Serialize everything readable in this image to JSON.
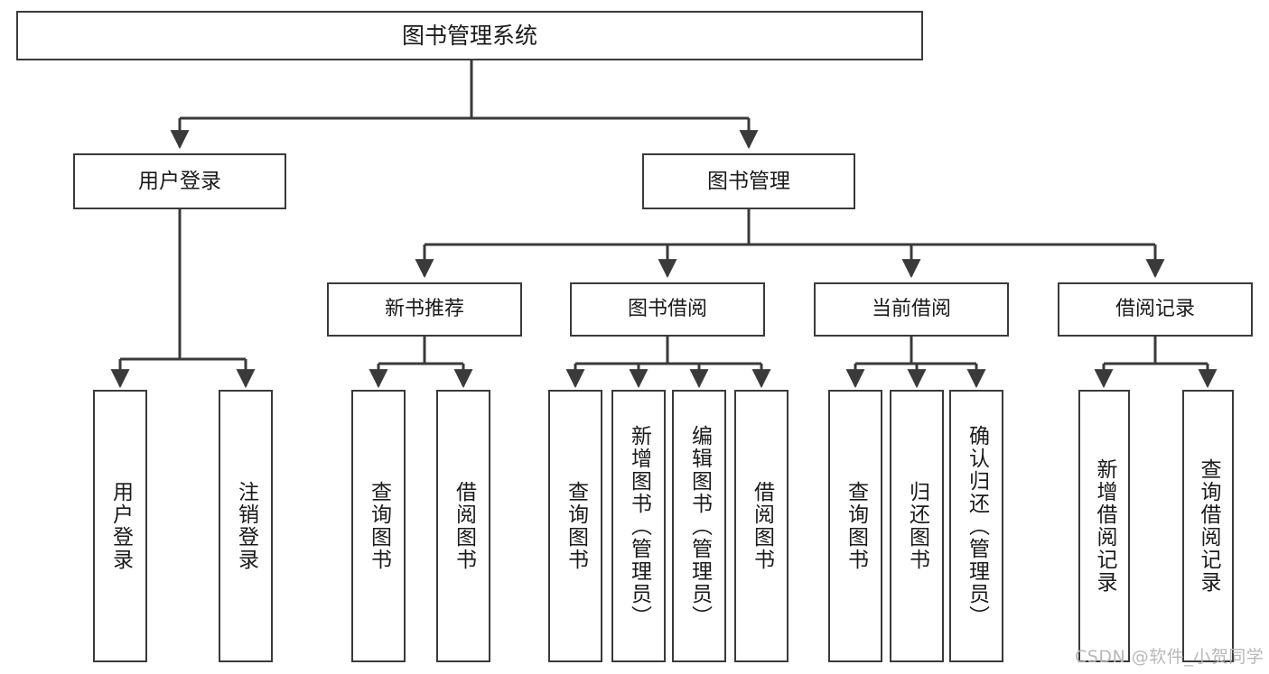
{
  "diagram": {
    "title": "图书管理系统",
    "watermark": "CSDN @软件_小贺同学",
    "line_color": "#3a3a3a",
    "box_border_color": "#3a3a3a",
    "box_fill_color": "#ffffff",
    "text_color": "#1a1a1a",
    "watermark_color": "#b8b8b8"
  },
  "nodes": {
    "root": {
      "label": "图书管理系统"
    },
    "level2": [
      {
        "label": "用户登录"
      },
      {
        "label": "图书管理"
      }
    ],
    "level3": [
      {
        "label": "新书推荐"
      },
      {
        "label": "图书借阅"
      },
      {
        "label": "当前借阅"
      },
      {
        "label": "借阅记录"
      }
    ],
    "leaves": [
      {
        "label": "用户登录"
      },
      {
        "label": "注销登录"
      },
      {
        "label": "查询图书"
      },
      {
        "label": "借阅图书"
      },
      {
        "label": "查询图书"
      },
      {
        "label": "新增图书（管理员）"
      },
      {
        "label": "编辑图书（管理员）"
      },
      {
        "label": "借阅图书"
      },
      {
        "label": "查询图书"
      },
      {
        "label": "归还图书"
      },
      {
        "label": "确认归还（管理员）"
      },
      {
        "label": "新增借阅记录"
      },
      {
        "label": "查询借阅记录"
      }
    ]
  },
  "chart_data": {
    "type": "table",
    "title": "图书管理系统 功能结构图",
    "hierarchy": [
      {
        "label": "图书管理系统",
        "children": [
          {
            "label": "用户登录",
            "children": [
              {
                "label": "用户登录"
              },
              {
                "label": "注销登录"
              }
            ]
          },
          {
            "label": "图书管理",
            "children": [
              {
                "label": "新书推荐",
                "children": [
                  {
                    "label": "查询图书"
                  },
                  {
                    "label": "借阅图书"
                  }
                ]
              },
              {
                "label": "图书借阅",
                "children": [
                  {
                    "label": "查询图书"
                  },
                  {
                    "label": "新增图书（管理员）"
                  },
                  {
                    "label": "编辑图书（管理员）"
                  },
                  {
                    "label": "借阅图书"
                  }
                ]
              },
              {
                "label": "当前借阅",
                "children": [
                  {
                    "label": "查询图书"
                  },
                  {
                    "label": "归还图书"
                  },
                  {
                    "label": "确认归还（管理员）"
                  }
                ]
              },
              {
                "label": "借阅记录",
                "children": [
                  {
                    "label": "新增借阅记录"
                  },
                  {
                    "label": "查询借阅记录"
                  }
                ]
              }
            ]
          }
        ]
      }
    ]
  }
}
